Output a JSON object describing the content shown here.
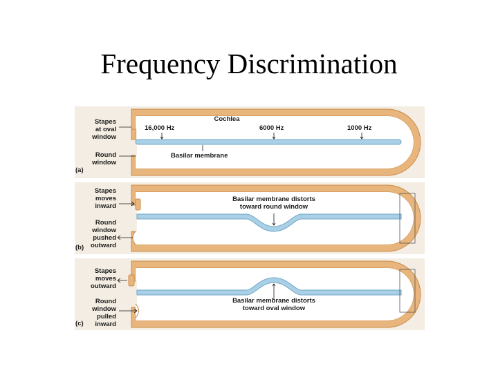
{
  "title": "Frequency Discrimination",
  "colors": {
    "panel_bg": "#f4ede3",
    "bone": "#e8b67c",
    "bone_edge": "#c98a4a",
    "fluid": "#ffffff",
    "membrane": "#a9d0e6",
    "membrane_edge": "#6fa6c6",
    "text": "#1a1a1a"
  },
  "panels": {
    "a": {
      "letter": "(a)",
      "cochlea_label": "Cochlea",
      "stapes_label": "Stapes\nat oval\nwindow",
      "round_label": "Round\nwindow",
      "membrane_label": "Basilar membrane",
      "freq_16000": "16,000 Hz",
      "freq_6000": "6000 Hz",
      "freq_1000": "1000 Hz"
    },
    "b": {
      "letter": "(b)",
      "stapes_label": "Stapes\nmoves\ninward",
      "round_label": "Round\nwindow\npushed\noutward",
      "distort_label": "Basilar membrane distorts\ntoward round window"
    },
    "c": {
      "letter": "(c)",
      "stapes_label": "Stapes\nmoves\noutward",
      "round_label": "Round\nwindow\npulled\ninward",
      "distort_label": "Basilar membrane distorts\ntoward oval window"
    }
  }
}
